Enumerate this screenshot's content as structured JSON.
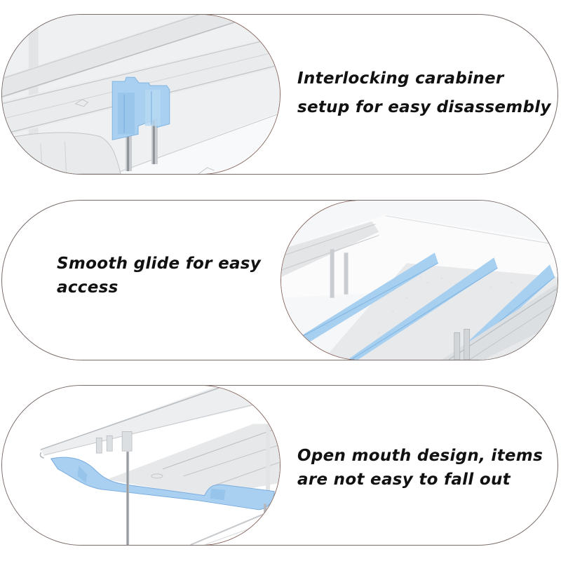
{
  "colors": {
    "pill_border": "#7a6e6a",
    "photo_border": "#8a6a62",
    "text": "#111111",
    "accent_blue": "#9cc8ec",
    "clear_plastic": "#e6e8ea"
  },
  "panels": [
    {
      "photo_side": "left",
      "photo_subject": "blue interlocking carabiner clip on clear rail",
      "caption_lines": [
        "Interlocking carabiner",
        "setup for easy disassembly"
      ]
    },
    {
      "photo_side": "right",
      "photo_subject": "sliding drawer with blue dividers",
      "caption_lines": [
        "Smooth glide for easy",
        "access"
      ]
    },
    {
      "photo_side": "left",
      "photo_subject": "open-mouth tray with blue curved front lip",
      "caption_lines": [
        "Open mouth design, items",
        "are not easy to fall out"
      ]
    }
  ]
}
